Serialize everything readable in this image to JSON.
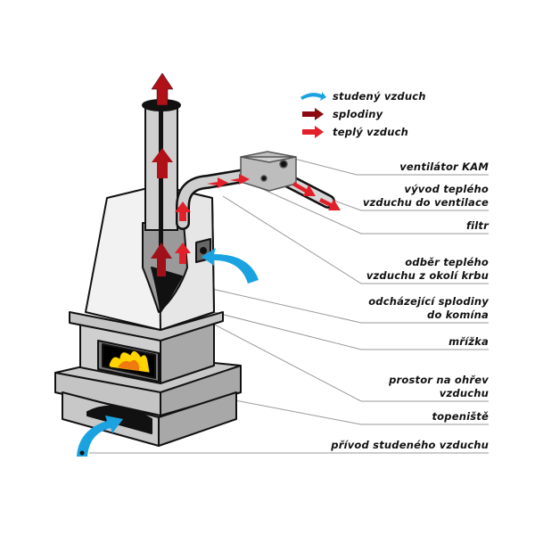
{
  "colors": {
    "cold_air": "#1aa3e0",
    "flue_gas": "#8b0a12",
    "warm_air": "#e2202a",
    "stone": "#c8c8c8",
    "stone_dark": "#a8a8a8",
    "hood": "#f2f2f2",
    "leader_line": "#9a9a9a",
    "fire_yellow": "#ffd400",
    "fire_orange": "#f07a10"
  },
  "legend": [
    {
      "icon": "cold-air-arrow-icon",
      "label": "studený vzduch"
    },
    {
      "icon": "flue-gas-arrow-icon",
      "label": "splodiny"
    },
    {
      "icon": "warm-air-arrow-icon",
      "label": "teplý vzduch"
    }
  ],
  "callouts": [
    {
      "id": "fan",
      "lines": [
        "ventilátor KAM"
      ]
    },
    {
      "id": "outlet",
      "lines": [
        "vývod teplého",
        "vzduchu do ventilace"
      ]
    },
    {
      "id": "filter",
      "lines": [
        "filtr"
      ]
    },
    {
      "id": "intake",
      "lines": [
        "odběr teplého",
        "vzduchu z okolí krbu"
      ]
    },
    {
      "id": "flue",
      "lines": [
        "odcházející splodiny",
        "do komína"
      ]
    },
    {
      "id": "grille",
      "lines": [
        "mřížka"
      ]
    },
    {
      "id": "heating-space",
      "lines": [
        "prostor na ohřev",
        "vzduchu"
      ]
    },
    {
      "id": "firebox",
      "lines": [
        "topeniště"
      ]
    },
    {
      "id": "cold-inlet",
      "lines": [
        "přívod studeného vzduchu"
      ]
    }
  ]
}
